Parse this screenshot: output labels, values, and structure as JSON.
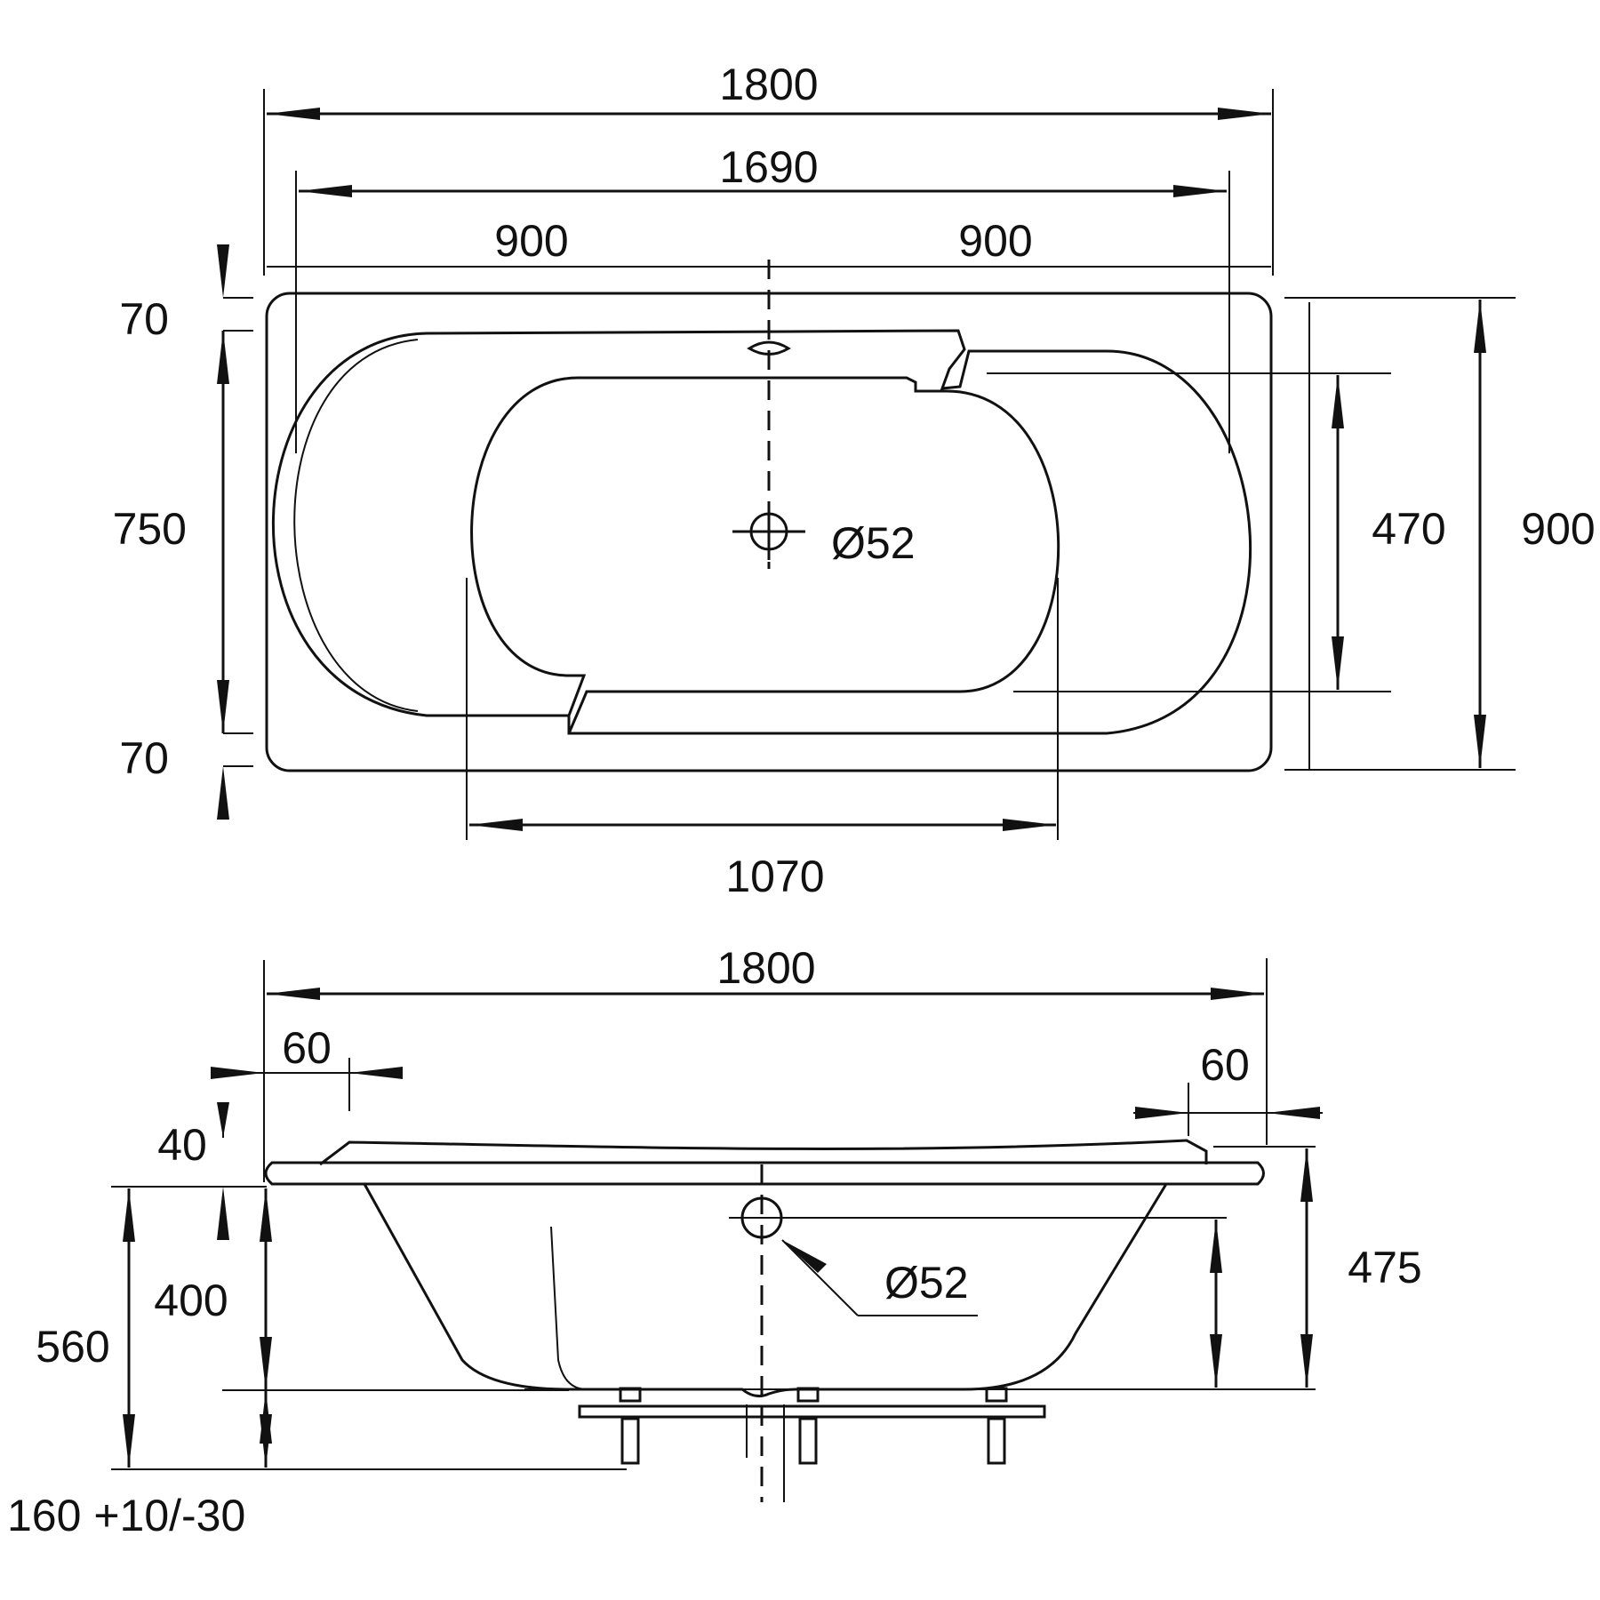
{
  "top_view": {
    "overall_length": "1800",
    "inner_length": "1690",
    "half_left": "900",
    "half_right": "900",
    "rim_top": "70",
    "inner_width": "750",
    "rim_bottom": "70",
    "bottom_length": "1070",
    "drain_diameter": "Ø52",
    "floor_width": "470",
    "overall_width": "900"
  },
  "side_view": {
    "overall_length": "1800",
    "left_rim": "60",
    "right_rim": "60",
    "rim_height": "40",
    "depth": "400",
    "total_height": "560",
    "inner_depth": "475",
    "overflow_diameter": "Ø52",
    "leg_height": "160 +10/-30"
  }
}
